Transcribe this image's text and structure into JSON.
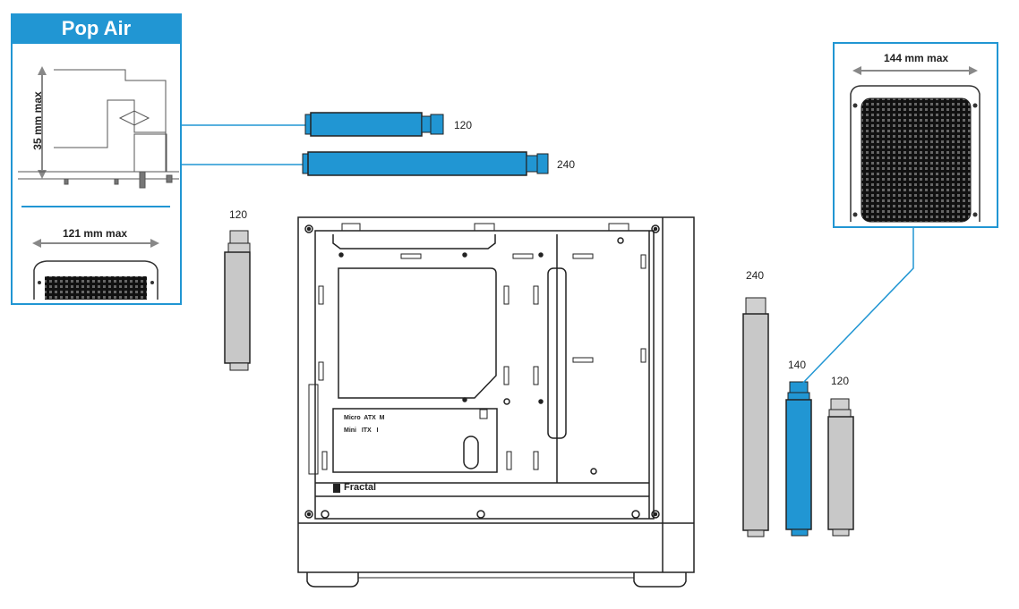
{
  "popair": {
    "title": "Pop Air",
    "height_dim": "35 mm max",
    "width_dim": "121 mm max"
  },
  "fan_detail": {
    "width_dim": "144 mm max"
  },
  "radiators": {
    "top_front": "120",
    "top_rear": "240",
    "rear": "120",
    "front_240": "240",
    "front_140": "140",
    "front_120": "120"
  },
  "case": {
    "brand": "Fractal",
    "mb_label_1": "Micro  ATX  M",
    "mb_label_2": "Mini   ITX   I"
  },
  "colors": {
    "accent": "#2196d3",
    "radiator_gray": "#c8c8c8"
  }
}
